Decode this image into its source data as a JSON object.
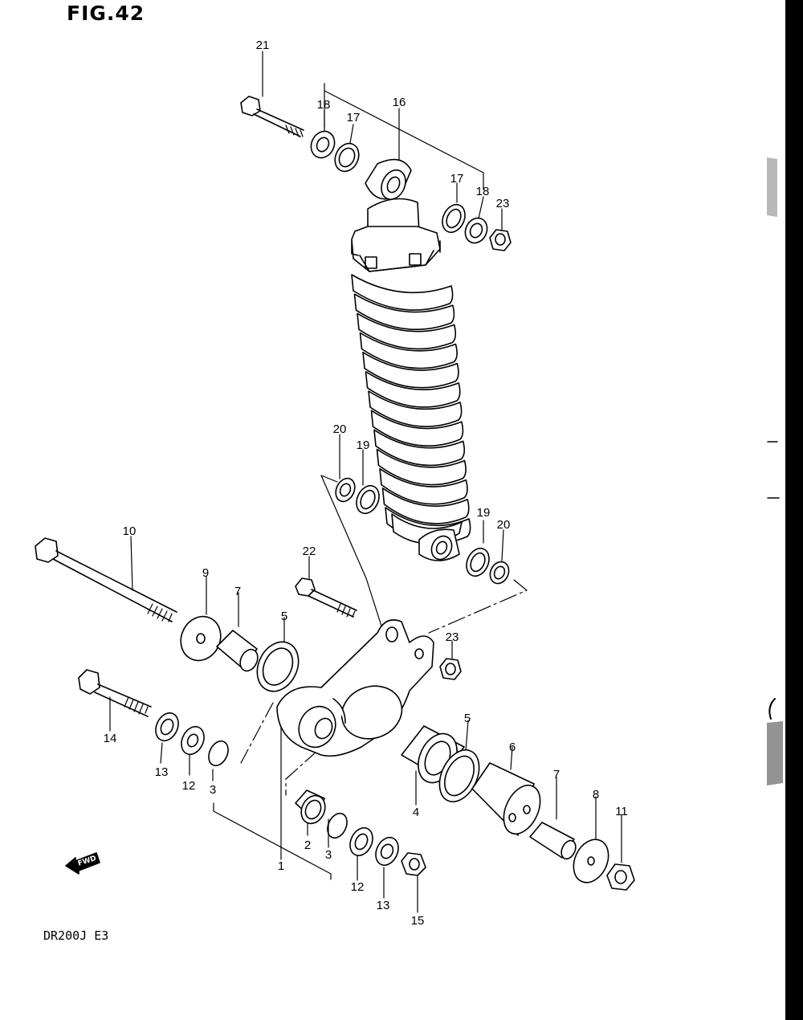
{
  "figure": {
    "title": "FIG.42",
    "model_code": "DR200J  E3",
    "fwd_label": "FWD"
  },
  "callouts": [
    {
      "id": "c21a",
      "num": "21"
    },
    {
      "id": "c18a",
      "num": "18"
    },
    {
      "id": "c17a",
      "num": "17"
    },
    {
      "id": "c16",
      "num": "16"
    },
    {
      "id": "c17b",
      "num": "17"
    },
    {
      "id": "c18b",
      "num": "18"
    },
    {
      "id": "c23a",
      "num": "23"
    },
    {
      "id": "c20a",
      "num": "20"
    },
    {
      "id": "c19a",
      "num": "19"
    },
    {
      "id": "c19b",
      "num": "19"
    },
    {
      "id": "c20b",
      "num": "20"
    },
    {
      "id": "c10",
      "num": "10"
    },
    {
      "id": "c22",
      "num": "22"
    },
    {
      "id": "c9",
      "num": "9"
    },
    {
      "id": "c7a",
      "num": "7"
    },
    {
      "id": "c5a",
      "num": "5"
    },
    {
      "id": "c23b",
      "num": "23"
    },
    {
      "id": "c14",
      "num": "14"
    },
    {
      "id": "c13a",
      "num": "13"
    },
    {
      "id": "c12a",
      "num": "12"
    },
    {
      "id": "c3a",
      "num": "3"
    },
    {
      "id": "c5b",
      "num": "5"
    },
    {
      "id": "c6",
      "num": "6"
    },
    {
      "id": "c4",
      "num": "4"
    },
    {
      "id": "c7b",
      "num": "7"
    },
    {
      "id": "c8",
      "num": "8"
    },
    {
      "id": "c11",
      "num": "11"
    },
    {
      "id": "c2",
      "num": "2"
    },
    {
      "id": "c3b",
      "num": "3"
    },
    {
      "id": "c1",
      "num": "1"
    },
    {
      "id": "c12b",
      "num": "12"
    },
    {
      "id": "c13b",
      "num": "13"
    },
    {
      "id": "c15",
      "num": "15"
    }
  ]
}
